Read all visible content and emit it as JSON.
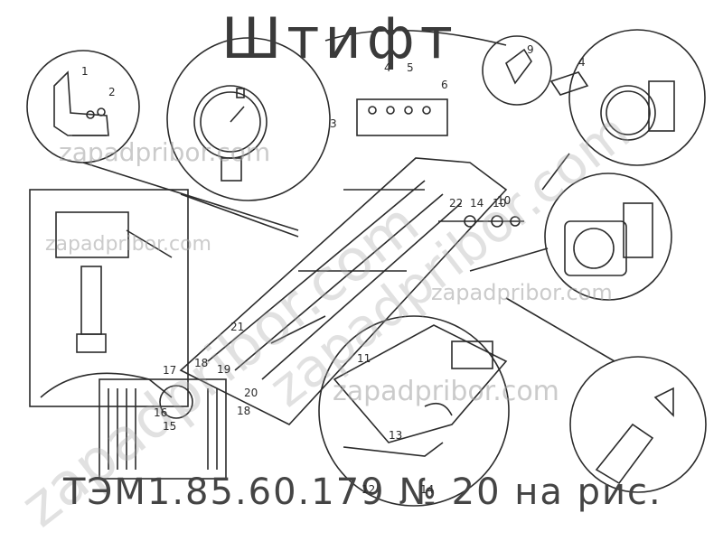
{
  "title": "Штифт",
  "caption": "ТЭМ1.85.60.179 № 20 на рис.",
  "watermark": "zapadpribor.com",
  "watermark_big": "zapadpribor.com",
  "callouts": [
    "1",
    "2",
    "3",
    "4",
    "5",
    "6",
    "9",
    "4",
    "10",
    "22",
    "14",
    "10",
    "21",
    "11",
    "17",
    "18",
    "19",
    "16",
    "15",
    "20",
    "18",
    "13",
    "12",
    "14"
  ],
  "colors": {
    "ink": "#2b2b2b",
    "paper": "#ffffff"
  }
}
